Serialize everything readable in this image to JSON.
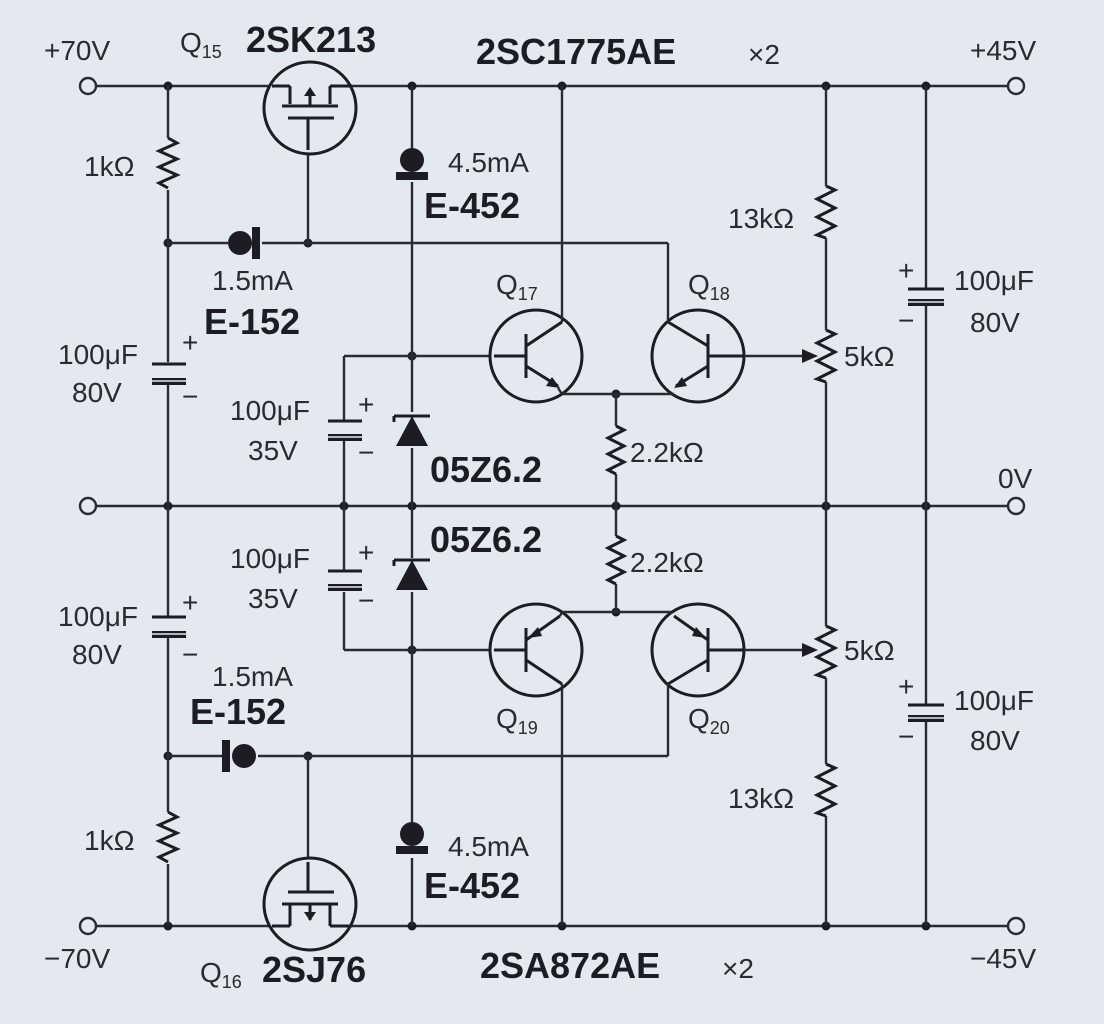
{
  "rails": {
    "pos70": "+70V",
    "pos45": "+45V",
    "zero": "0V",
    "neg70": "−70V",
    "neg45": "−45V"
  },
  "parts": {
    "q15": "Q",
    "q15_sub": "15",
    "q15_part": "2SK213",
    "q16": "Q",
    "q16_sub": "16",
    "q16_part": "2SJ76",
    "q17": "Q",
    "q17_sub": "17",
    "q18": "Q",
    "q18_sub": "18",
    "q19": "Q",
    "q19_sub": "19",
    "q20": "Q",
    "q20_sub": "20",
    "npn_pair": "2SC1775AE",
    "npn_mult": "×2",
    "pnp_pair": "2SA872AE",
    "pnp_mult": "×2",
    "r_1k_top": "1kΩ",
    "r_1k_bot": "1kΩ",
    "crd_top_cur": "1.5mA",
    "crd_top_part": "E-152",
    "crd_bot_cur": "1.5mA",
    "crd_bot_part": "E-152",
    "crd_mid_top_cur": "4.5mA",
    "crd_mid_top_part": "E-452",
    "crd_mid_bot_cur": "4.5mA",
    "crd_mid_bot_part": "E-452",
    "c_left_top_val": "100μF",
    "c_left_top_v": "80V",
    "c_left_bot_val": "100μF",
    "c_left_bot_v": "80V",
    "c_mid_top_val": "100μF",
    "c_mid_top_v": "35V",
    "c_mid_bot_val": "100μF",
    "c_mid_bot_v": "35V",
    "c_right_top_val": "100μF",
    "c_right_top_v": "80V",
    "c_right_bot_val": "100μF",
    "c_right_bot_v": "80V",
    "zener_top": "05Z6.2",
    "zener_bot": "05Z6.2",
    "r_22k_top": "2.2kΩ",
    "r_22k_bot": "2.2kΩ",
    "r_13k_top": "13kΩ",
    "r_13k_bot": "13kΩ",
    "pot_top": "5kΩ",
    "pot_bot": "5kΩ",
    "plus": "+",
    "minus": "−"
  }
}
